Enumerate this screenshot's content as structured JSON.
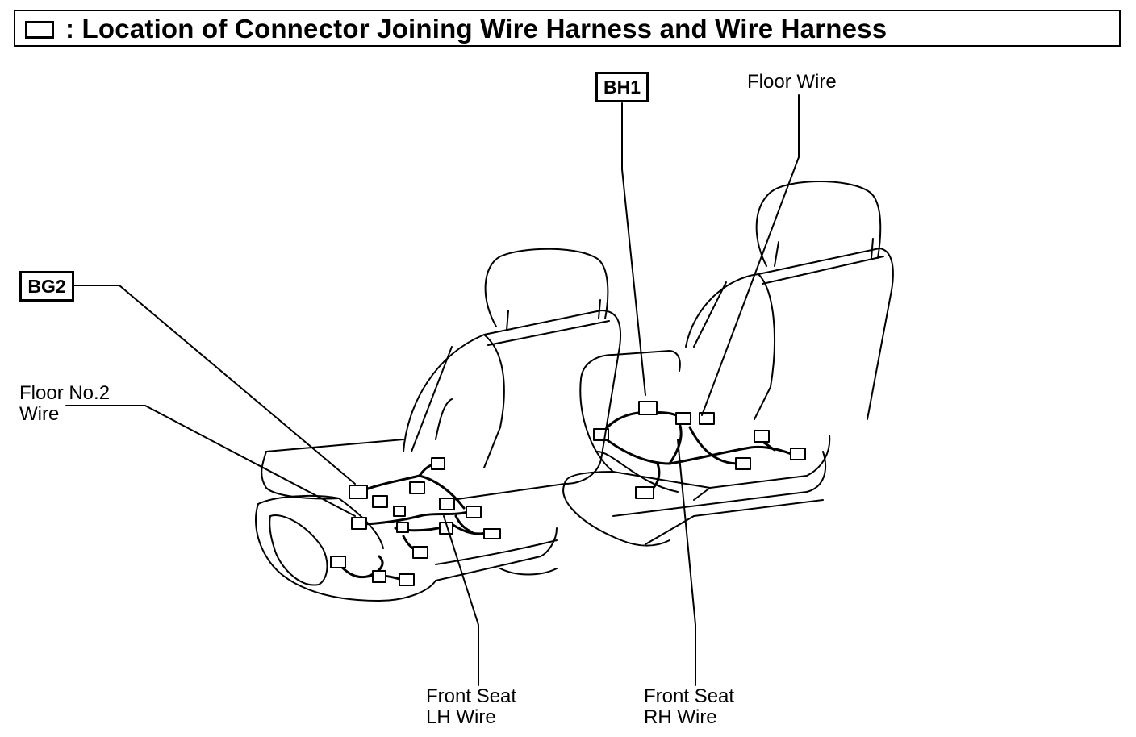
{
  "title": {
    "text": ": Location of Connector Joining Wire Harness and Wire Harness"
  },
  "connectors": {
    "bh1": "BH1",
    "bg2": "BG2"
  },
  "labels": {
    "floor_wire": "Floor Wire",
    "floor_no2_wire_line1": "Floor No.2",
    "floor_no2_wire_line2": "Wire",
    "front_seat_lh_line1": "Front Seat",
    "front_seat_lh_line2": "LH Wire",
    "front_seat_rh_line1": "Front Seat",
    "front_seat_rh_line2": "RH Wire"
  }
}
